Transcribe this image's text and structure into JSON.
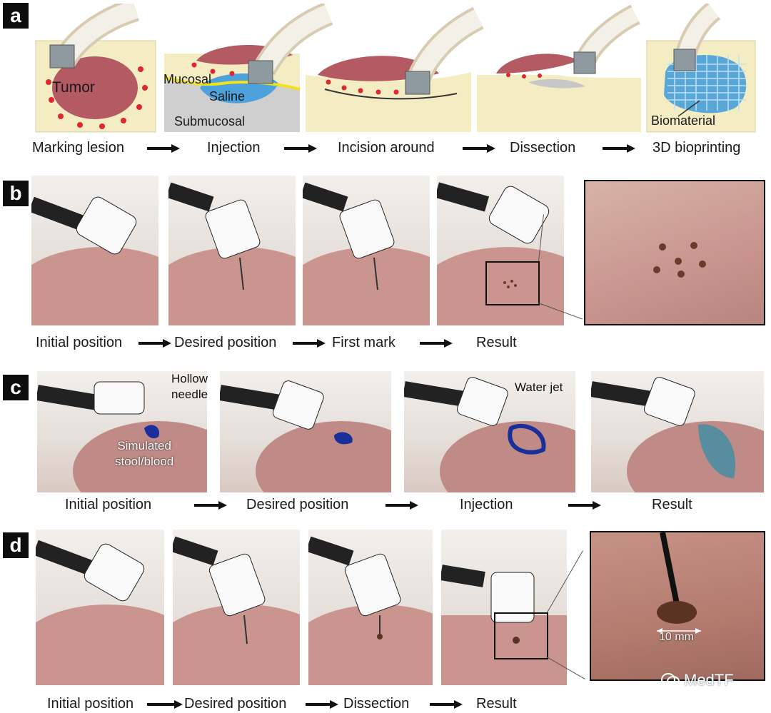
{
  "panels": {
    "a": {
      "tag": "a",
      "steps": [
        "Marking lesion",
        "Injection",
        "Incision around",
        "Dissection",
        "3D bioprinting"
      ],
      "diagram_labels": {
        "tumor": "Tumor",
        "mucosal": "Mucosal",
        "saline": "Saline",
        "submucosal": "Submucosal",
        "biomaterial": "Biomaterial"
      }
    },
    "b": {
      "tag": "b",
      "steps": [
        "Initial position",
        "Desired position",
        "First mark",
        "Result"
      ]
    },
    "c": {
      "tag": "c",
      "steps": [
        "Initial position",
        "Desired position",
        "Injection",
        "Result"
      ],
      "annotations": {
        "hollow_needle": "Hollow\nneedle",
        "simulated": "Simulated\nstool/blood",
        "water_jet": "Water jet"
      }
    },
    "d": {
      "tag": "d",
      "steps": [
        "Initial position",
        "Desired position",
        "Dissection",
        "Result"
      ],
      "scale_label": "10 mm"
    }
  },
  "watermark": "MedTF",
  "colors": {
    "tissue_bg": "#f4edc4",
    "tumor": "#b45a62",
    "marks": "#e0262f",
    "saline": "#4ea2dc",
    "submucosa_gray": "#cfcfcf",
    "biomaterial": "#3d9ad9",
    "stomach": "#c9958e",
    "dye": "#1a2f9a"
  }
}
